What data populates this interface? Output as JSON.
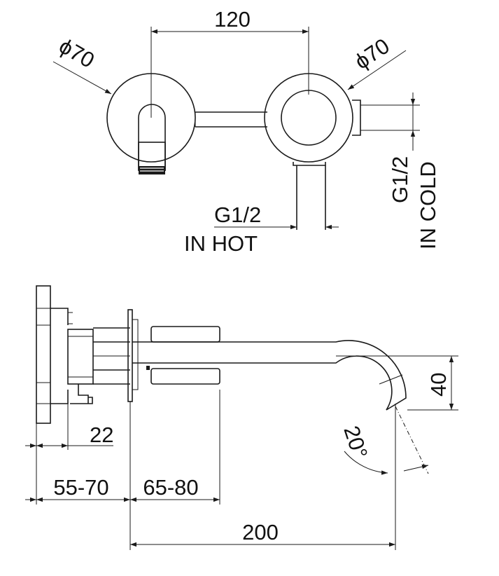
{
  "labels": {
    "top_width": "120",
    "left_diameter": "ϕ70",
    "right_diameter": "ϕ70",
    "hot_thread": "G1/2",
    "hot_label": "IN HOT",
    "cold_thread": "G1/2",
    "cold_label": "IN COLD",
    "spout_drop": "40",
    "angle": "20°",
    "flange_depth": "22",
    "wall_depth": "55-70",
    "handle_reach": "65-80",
    "spout_length": "200"
  },
  "colors": {
    "line": "#1a1a1a",
    "background": "#ffffff"
  }
}
